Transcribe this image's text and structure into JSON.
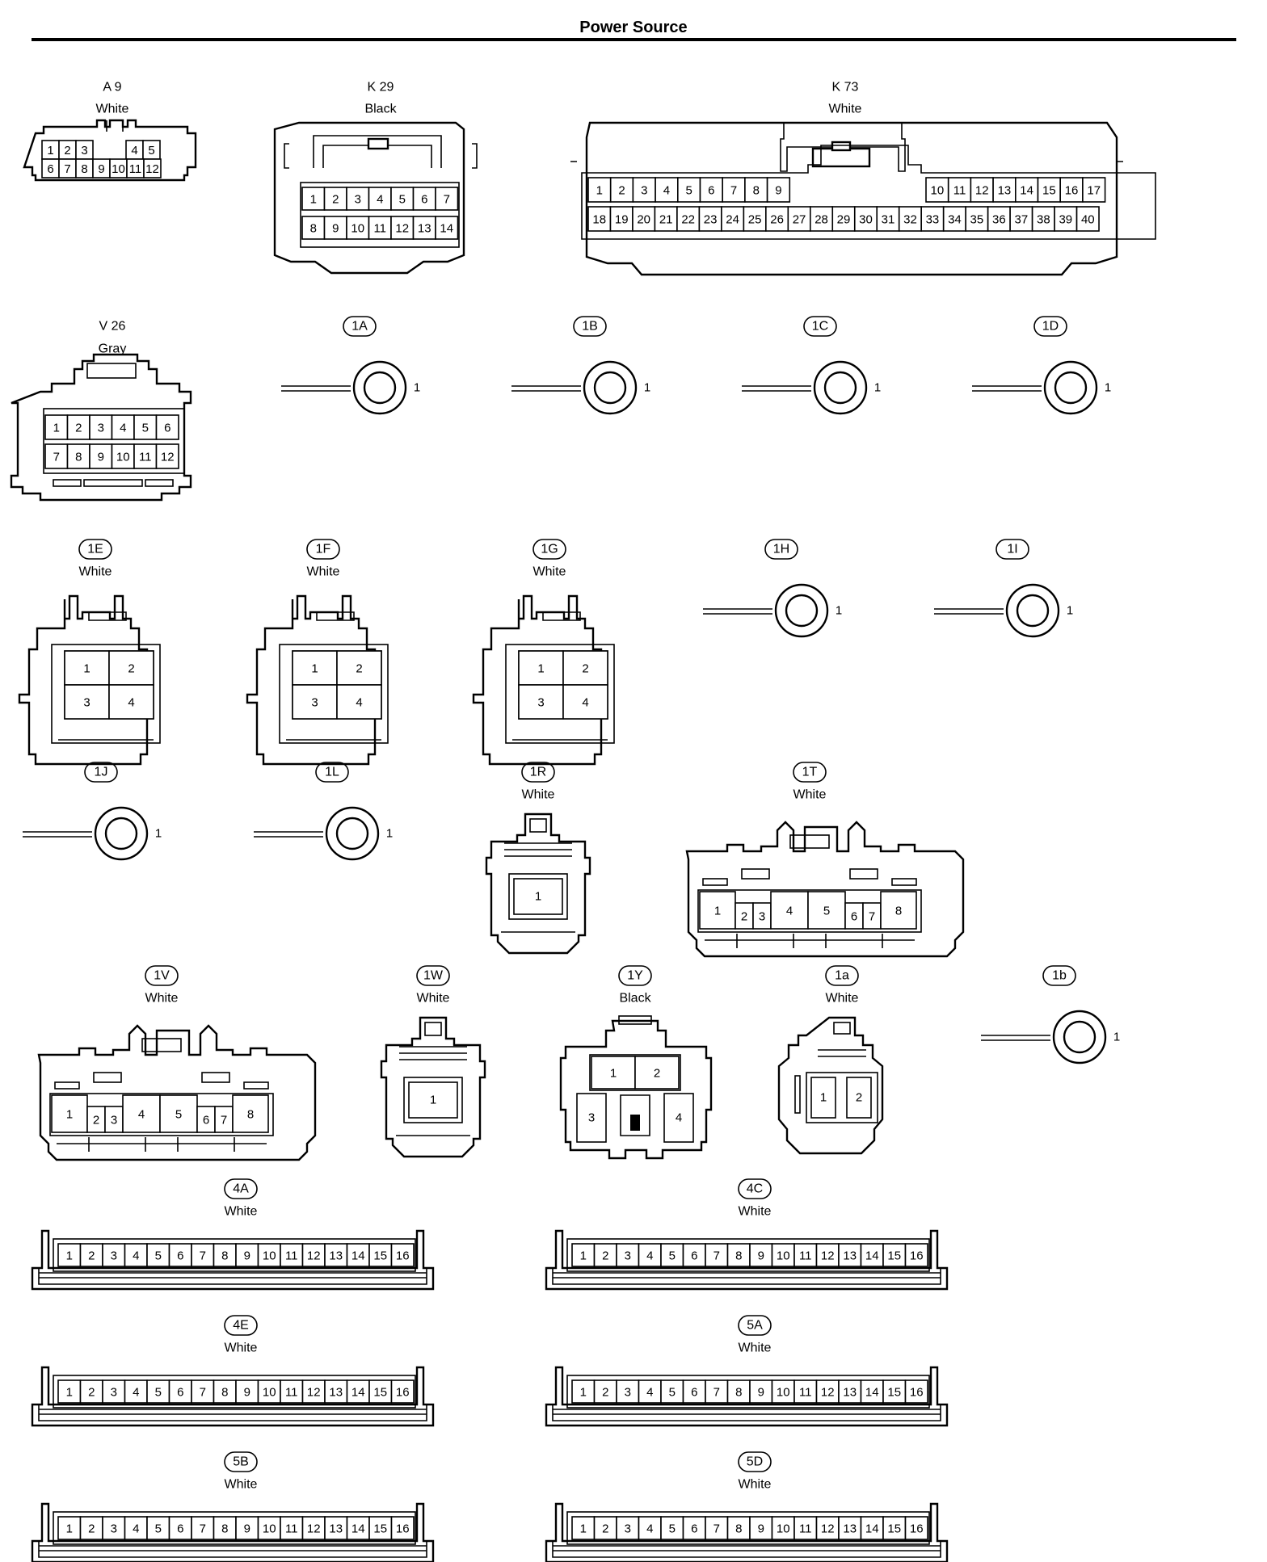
{
  "title": "Power Source",
  "colors": {
    "ink": "#000000",
    "background": "#ffffff"
  },
  "connectors": [
    {
      "id": "A9",
      "label": "A 9",
      "code_style": "plain",
      "color": "White",
      "type": "grid12",
      "rows": [
        [
          "1",
          "2",
          "3",
          "",
          "4",
          "5"
        ],
        [
          "6",
          "7",
          "8",
          "9",
          "10",
          "11",
          "12"
        ]
      ]
    },
    {
      "id": "K29",
      "label": "K 29",
      "code_style": "plain",
      "color": "Black",
      "type": "grid14",
      "rows": [
        [
          "1",
          "2",
          "3",
          "4",
          "5",
          "6",
          "7"
        ],
        [
          "8",
          "9",
          "10",
          "11",
          "12",
          "13",
          "14"
        ]
      ]
    },
    {
      "id": "K73",
      "label": "K 73",
      "code_style": "plain",
      "color": "White",
      "type": "grid40",
      "rows": [
        [
          "1",
          "2",
          "3",
          "4",
          "5",
          "6",
          "7",
          "8",
          "9",
          "10",
          "11",
          "12",
          "13",
          "14",
          "15",
          "16",
          "17"
        ],
        [
          "18",
          "19",
          "20",
          "21",
          "22",
          "23",
          "24",
          "25",
          "26",
          "27",
          "28",
          "29",
          "30",
          "31",
          "32",
          "33",
          "34",
          "35",
          "36",
          "37",
          "38",
          "39",
          "40"
        ]
      ]
    },
    {
      "id": "V26",
      "label": "V 26",
      "code_style": "plain",
      "color": "Gray",
      "type": "grid12b",
      "rows": [
        [
          "1",
          "2",
          "3",
          "4",
          "5",
          "6"
        ],
        [
          "7",
          "8",
          "9",
          "10",
          "11",
          "12"
        ]
      ]
    },
    {
      "id": "1A",
      "label": "1A",
      "code_style": "oval",
      "color": "",
      "type": "terminal",
      "pins": [
        "1"
      ]
    },
    {
      "id": "1B",
      "label": "1B",
      "code_style": "oval",
      "color": "",
      "type": "terminal",
      "pins": [
        "1"
      ]
    },
    {
      "id": "1C",
      "label": "1C",
      "code_style": "oval",
      "color": "",
      "type": "terminal",
      "pins": [
        "1"
      ]
    },
    {
      "id": "1D",
      "label": "1D",
      "code_style": "oval",
      "color": "",
      "type": "terminal",
      "pins": [
        "1"
      ]
    },
    {
      "id": "1E",
      "label": "1E",
      "code_style": "oval",
      "color": "White",
      "type": "quad",
      "pins": [
        "1",
        "2",
        "3",
        "4"
      ]
    },
    {
      "id": "1F",
      "label": "1F",
      "code_style": "oval",
      "color": "White",
      "type": "quad",
      "pins": [
        "1",
        "2",
        "3",
        "4"
      ]
    },
    {
      "id": "1G",
      "label": "1G",
      "code_style": "oval",
      "color": "White",
      "type": "quad",
      "pins": [
        "1",
        "2",
        "3",
        "4"
      ]
    },
    {
      "id": "1H",
      "label": "1H",
      "code_style": "oval",
      "color": "",
      "type": "terminal",
      "pins": [
        "1"
      ]
    },
    {
      "id": "1I",
      "label": "1I",
      "code_style": "oval",
      "color": "",
      "type": "terminal",
      "pins": [
        "1"
      ]
    },
    {
      "id": "1J",
      "label": "1J",
      "code_style": "oval",
      "color": "",
      "type": "terminal",
      "pins": [
        "1"
      ]
    },
    {
      "id": "1L",
      "label": "1L",
      "code_style": "oval",
      "color": "",
      "type": "terminal",
      "pins": [
        "1"
      ]
    },
    {
      "id": "1R",
      "label": "1R",
      "code_style": "oval",
      "color": "White",
      "type": "single",
      "pins": [
        "1"
      ]
    },
    {
      "id": "1T",
      "label": "1T",
      "code_style": "oval",
      "color": "White",
      "type": "eight",
      "pins": [
        "1",
        "2",
        "3",
        "4",
        "5",
        "6",
        "7",
        "8"
      ]
    },
    {
      "id": "1V",
      "label": "1V",
      "code_style": "oval",
      "color": "White",
      "type": "eight",
      "pins": [
        "1",
        "2",
        "3",
        "4",
        "5",
        "6",
        "7",
        "8"
      ]
    },
    {
      "id": "1W",
      "label": "1W",
      "code_style": "oval",
      "color": "White",
      "type": "single",
      "pins": [
        "1"
      ]
    },
    {
      "id": "1Y",
      "label": "1Y",
      "code_style": "oval",
      "color": "Black",
      "type": "quad2",
      "pins": [
        "1",
        "2",
        "3",
        "4"
      ]
    },
    {
      "id": "1a",
      "label": "1a",
      "code_style": "oval",
      "color": "White",
      "type": "dual",
      "pins": [
        "1",
        "2"
      ]
    },
    {
      "id": "1b",
      "label": "1b",
      "code_style": "oval",
      "color": "",
      "type": "terminal",
      "pins": [
        "1"
      ]
    },
    {
      "id": "4A",
      "label": "4A",
      "code_style": "oval",
      "color": "White",
      "type": "strip16",
      "pins": [
        "1",
        "2",
        "3",
        "4",
        "5",
        "6",
        "7",
        "8",
        "9",
        "10",
        "11",
        "12",
        "13",
        "14",
        "15",
        "16"
      ]
    },
    {
      "id": "4C",
      "label": "4C",
      "code_style": "oval",
      "color": "White",
      "type": "strip16",
      "pins": [
        "1",
        "2",
        "3",
        "4",
        "5",
        "6",
        "7",
        "8",
        "9",
        "10",
        "11",
        "12",
        "13",
        "14",
        "15",
        "16"
      ]
    },
    {
      "id": "4E",
      "label": "4E",
      "code_style": "oval",
      "color": "White",
      "type": "strip16",
      "pins": [
        "1",
        "2",
        "3",
        "4",
        "5",
        "6",
        "7",
        "8",
        "9",
        "10",
        "11",
        "12",
        "13",
        "14",
        "15",
        "16"
      ]
    },
    {
      "id": "5A",
      "label": "5A",
      "code_style": "oval",
      "color": "White",
      "type": "strip16",
      "pins": [
        "1",
        "2",
        "3",
        "4",
        "5",
        "6",
        "7",
        "8",
        "9",
        "10",
        "11",
        "12",
        "13",
        "14",
        "15",
        "16"
      ]
    },
    {
      "id": "5B",
      "label": "5B",
      "code_style": "oval",
      "color": "White",
      "type": "strip16",
      "pins": [
        "1",
        "2",
        "3",
        "4",
        "5",
        "6",
        "7",
        "8",
        "9",
        "10",
        "11",
        "12",
        "13",
        "14",
        "15",
        "16"
      ]
    },
    {
      "id": "5D",
      "label": "5D",
      "code_style": "oval",
      "color": "White",
      "type": "strip16",
      "pins": [
        "1",
        "2",
        "3",
        "4",
        "5",
        "6",
        "7",
        "8",
        "9",
        "10",
        "11",
        "12",
        "13",
        "14",
        "15",
        "16"
      ]
    }
  ]
}
